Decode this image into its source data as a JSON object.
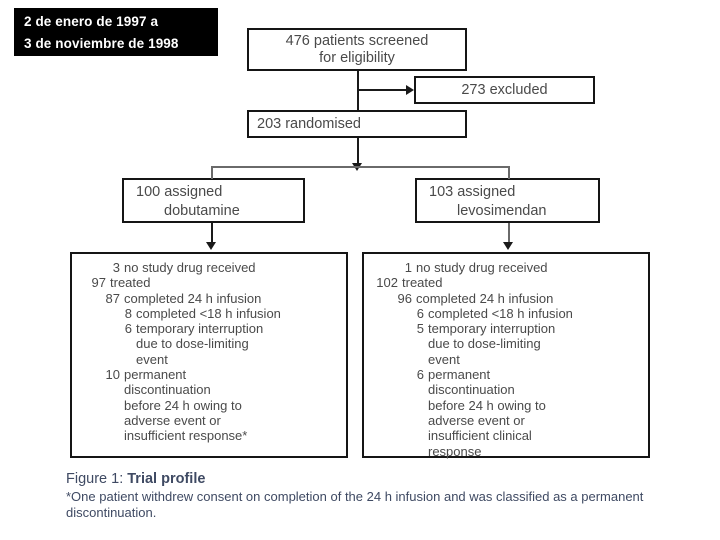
{
  "annotation": {
    "line1": "2 de enero de 1997 a",
    "line2": "3 de noviembre de 1998"
  },
  "flow": {
    "screened": "476 patients screened\nfor eligibility",
    "excluded": "273 excluded",
    "randomised": "203 randomised",
    "assigned_left_count": "100 assigned",
    "assigned_left_drug": "dobutamine",
    "assigned_right_count": "103 assigned",
    "assigned_right_drug": "levosimendan"
  },
  "detail_left": {
    "rows": [
      {
        "num": "3",
        "label": "no study drug received",
        "level": 1
      },
      {
        "num": "97",
        "label": "treated",
        "level": 0
      },
      {
        "num": "87",
        "label": "completed 24 h infusion",
        "level": 1
      },
      {
        "num": "8",
        "label": "completed <18 h infusion",
        "level": 2
      },
      {
        "num": "6",
        "label": "temporary interruption\ndue to dose-limiting\nevent",
        "level": 2
      },
      {
        "num": "10",
        "label": "permanent\ndiscontinuation\nbefore 24 h owing to\nadverse event or\ninsufficient response*",
        "level": 1
      }
    ]
  },
  "detail_right": {
    "rows": [
      {
        "num": "1",
        "label": "no study drug received",
        "level": 1
      },
      {
        "num": "102",
        "label": "treated",
        "level": 0
      },
      {
        "num": "96",
        "label": "completed 24 h infusion",
        "level": 1
      },
      {
        "num": "6",
        "label": "completed <18 h infusion",
        "level": 2
      },
      {
        "num": "5",
        "label": "temporary interruption\ndue to dose-limiting\nevent",
        "level": 2
      },
      {
        "num": "6",
        "label": "permanent\ndiscontinuation\nbefore 24 h owing to\nadverse event or\ninsufficient clinical\nresponse",
        "level": 2
      }
    ]
  },
  "caption": {
    "figure_label": "Figure 1: ",
    "figure_title": "Trial profile",
    "footnote": "*One patient withdrew consent on completion of the 24 h infusion and was classified as a permanent discontinuation."
  },
  "colors": {
    "annotation_bg": "#000000",
    "annotation_fg": "#ffffff",
    "box_border": "#151515",
    "box_text": "#4a4a4a",
    "caption_text": "#3f4a63",
    "connector": "#1a1a1a"
  }
}
